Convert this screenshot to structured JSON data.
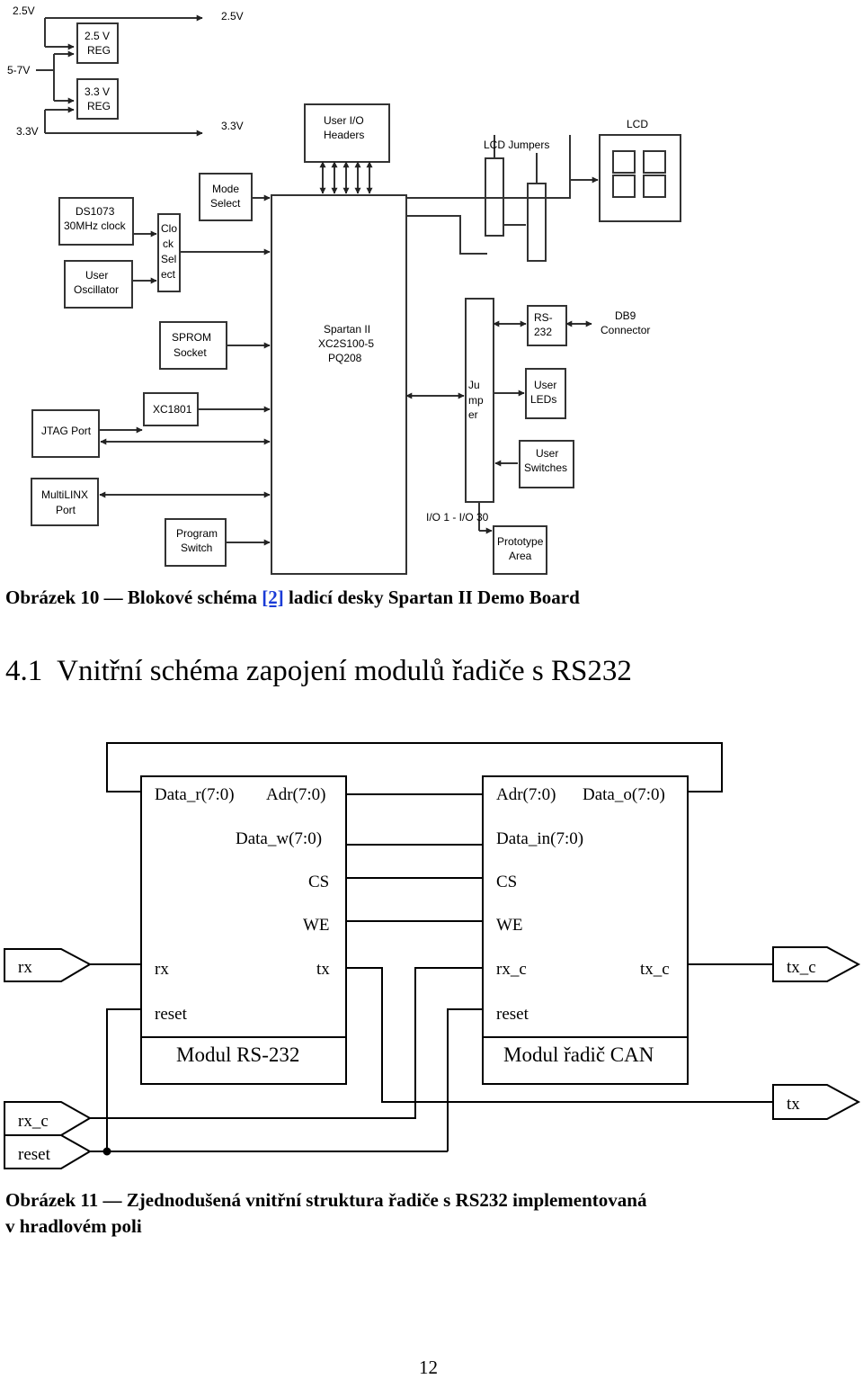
{
  "figure10": {
    "caption_prefix": "Obrázek 10 — Blokové schéma",
    "caption_ref": "[2]",
    "caption_suffix": "ladicí desky Spartan II Demo Board",
    "labels": {
      "v25_in": "2.5V",
      "v25_out": "2.5V",
      "v57": "5-7V",
      "v33_in": "3.3V",
      "v33_out": "3.3V",
      "reg25_l1": "2.5 V",
      "reg25_l2": "REG",
      "reg33_l1": "3.3 V",
      "reg33_l2": "REG",
      "user_io_l1": "User I/O",
      "user_io_l2": "Headers",
      "lcd_jumpers": "LCD Jumpers",
      "lcd": "LCD",
      "mode_l1": "Mode",
      "mode_l2": "Select",
      "ds_l1": "DS1073",
      "ds_l2": "30MHz clock",
      "clk_l1": "Clo",
      "clk_l2": "ck",
      "clk_l3": "Sel",
      "clk_l4": "ect",
      "osc_l1": "User",
      "osc_l2": "Oscillator",
      "sprom_l1": "SPROM",
      "sprom_l2": "Socket",
      "spartan_l1": "Spartan II",
      "spartan_l2": "XC2S100-5",
      "spartan_l3": "PQ208",
      "xc1801": "XC1801",
      "jtag": "JTAG Port",
      "multilinx_l1": "MultiLINX",
      "multilinx_l2": "Port",
      "prog_l1": "Program",
      "prog_l2": "Switch",
      "jumper_l1": "Ju",
      "jumper_l2": "mp",
      "jumper_l3": "er",
      "rs232_l1": "RS-",
      "rs232_l2": "232",
      "db9_l1": "DB9",
      "db9_l2": "Connector",
      "leds_l1": "User",
      "leds_l2": "LEDs",
      "switches_l1": "User",
      "switches_l2": "Switches",
      "io": "I/O 1 - I/O 30",
      "proto_l1": "Prototype",
      "proto_l2": "Area"
    }
  },
  "section": {
    "number": "4.1",
    "title": "Vnitřní schéma zapojení modulů řadiče s RS232"
  },
  "figure11": {
    "caption_line1": "Obrázek 11 — Zjednodušená vnitřní struktura řadiče s RS232 implementovaná",
    "caption_line2": "v hradlovém poli",
    "module_rs": {
      "title": "Modul RS-232",
      "data_r": "Data_r(7:0)",
      "adr": "Adr(7:0)",
      "data_w": "Data_w(7:0)",
      "cs": "CS",
      "we": "WE",
      "rx": "rx",
      "tx": "tx",
      "reset": "reset"
    },
    "module_can": {
      "title": "Modul řadič CAN",
      "adr": "Adr(7:0)",
      "data_o": "Data_o(7:0)",
      "data_in": "Data_in(7:0)",
      "cs": "CS",
      "we": "WE",
      "rx_c": "rx_c",
      "tx_c": "tx_c",
      "reset": "reset"
    },
    "ports": {
      "rx": "rx",
      "rx_c": "rx_c",
      "reset": "reset",
      "tx_c": "tx_c",
      "tx": "tx"
    }
  },
  "page_number": "12"
}
